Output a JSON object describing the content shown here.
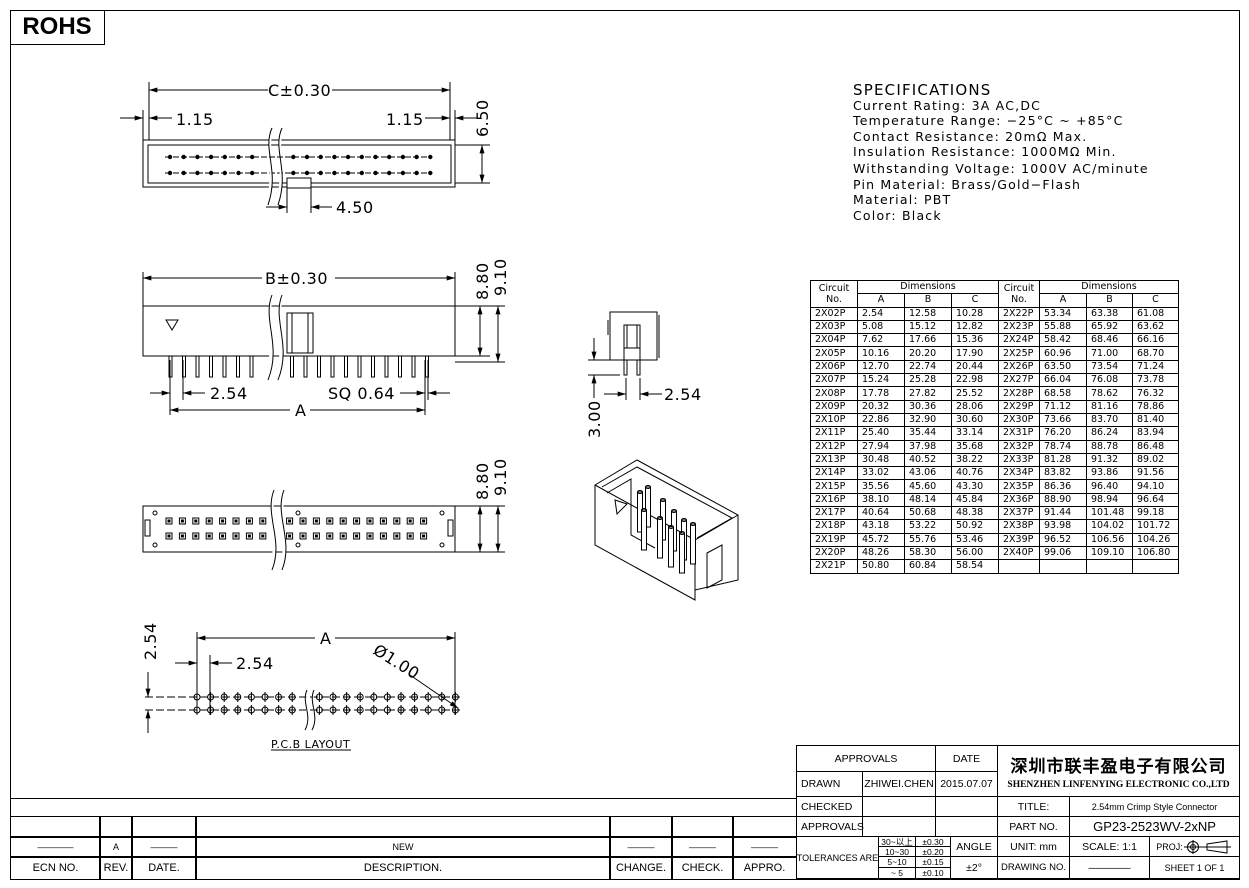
{
  "badge": "ROHS",
  "specs": {
    "title": "SPECIFICATIONS",
    "lines": [
      "Current Rating: 3A AC,DC",
      "Temperature Range: −25°C ~ +85°C",
      "Contact Resistance: 20mΩ Max.",
      "Insulation Resistance: 1000MΩ Min.",
      "Withstanding Voltage: 1000V AC/minute",
      "Pin Material: Brass/Gold−Flash",
      "Material: PBT",
      "Color: Black"
    ]
  },
  "dims": {
    "c": "C±0.30",
    "e115": "1.15",
    "h650": "6.50",
    "w450": "4.50",
    "b": "B±0.30",
    "h880": "8.80",
    "h910": "9.10",
    "p254": "2.54",
    "sq": "SQ 0.64",
    "a": "A",
    "h300": "3.00",
    "pcb_dia": "Ø1.00",
    "pcb_label": "P.C.B LAYOUT"
  },
  "table": {
    "circuit": "Circuit",
    "no": "No.",
    "dimensions": "Dimensions",
    "a": "A",
    "b": "B",
    "c": "C",
    "left": [
      [
        "2X02P",
        "2.54",
        "12.58",
        "10.28"
      ],
      [
        "2X03P",
        "5.08",
        "15.12",
        "12.82"
      ],
      [
        "2X04P",
        "7.62",
        "17.66",
        "15.36"
      ],
      [
        "2X05P",
        "10.16",
        "20.20",
        "17.90"
      ],
      [
        "2X06P",
        "12.70",
        "22.74",
        "20.44"
      ],
      [
        "2X07P",
        "15.24",
        "25.28",
        "22.98"
      ],
      [
        "2X08P",
        "17.78",
        "27.82",
        "25.52"
      ],
      [
        "2X09P",
        "20.32",
        "30.36",
        "28.06"
      ],
      [
        "2X10P",
        "22.86",
        "32.90",
        "30.60"
      ],
      [
        "2X11P",
        "25.40",
        "35.44",
        "33.14"
      ],
      [
        "2X12P",
        "27.94",
        "37.98",
        "35.68"
      ],
      [
        "2X13P",
        "30.48",
        "40.52",
        "38.22"
      ],
      [
        "2X14P",
        "33.02",
        "43.06",
        "40.76"
      ],
      [
        "2X15P",
        "35.56",
        "45.60",
        "43.30"
      ],
      [
        "2X16P",
        "38.10",
        "48.14",
        "45.84"
      ],
      [
        "2X17P",
        "40.64",
        "50.68",
        "48.38"
      ],
      [
        "2X18P",
        "43.18",
        "53.22",
        "50.92"
      ],
      [
        "2X19P",
        "45.72",
        "55.76",
        "53.46"
      ],
      [
        "2X20P",
        "48.26",
        "58.30",
        "56.00"
      ],
      [
        "2X21P",
        "50.80",
        "60.84",
        "58.54"
      ]
    ],
    "right": [
      [
        "2X22P",
        "53.34",
        "63.38",
        "61.08"
      ],
      [
        "2X23P",
        "55.88",
        "65.92",
        "63.62"
      ],
      [
        "2X24P",
        "58.42",
        "68.46",
        "66.16"
      ],
      [
        "2X25P",
        "60.96",
        "71.00",
        "68.70"
      ],
      [
        "2X26P",
        "63.50",
        "73.54",
        "71.24"
      ],
      [
        "2X27P",
        "66.04",
        "76.08",
        "73.78"
      ],
      [
        "2X28P",
        "68.58",
        "78.62",
        "76.32"
      ],
      [
        "2X29P",
        "71.12",
        "81.16",
        "78.86"
      ],
      [
        "2X30P",
        "73.66",
        "83.70",
        "81.40"
      ],
      [
        "2X31P",
        "76.20",
        "86.24",
        "83.94"
      ],
      [
        "2X32P",
        "78.74",
        "88.78",
        "86.48"
      ],
      [
        "2X33P",
        "81.28",
        "91.32",
        "89.02"
      ],
      [
        "2X34P",
        "83.82",
        "93.86",
        "91.56"
      ],
      [
        "2X35P",
        "86.36",
        "96.40",
        "94.10"
      ],
      [
        "2X36P",
        "88.90",
        "98.94",
        "96.64"
      ],
      [
        "2X37P",
        "91.44",
        "101.48",
        "99.18"
      ],
      [
        "2X38P",
        "93.98",
        "104.02",
        "101.72"
      ],
      [
        "2X39P",
        "96.52",
        "106.56",
        "104.26"
      ],
      [
        "2X40P",
        "99.06",
        "109.10",
        "106.80"
      ]
    ]
  },
  "title_block": {
    "approvals_header": "APPROVALS",
    "date_header": "DATE",
    "drawn": "DRAWN",
    "drawn_by": "ZHIWEI.CHEN",
    "drawn_date": "2015.07.07",
    "checked": "CHECKED",
    "approvals": "APPROVALS",
    "company_cn": "深圳市联丰盈电子有限公司",
    "company_en": "SHENZHEN LINFENYING ELECTRONIC CO.,LTD",
    "title_label": "TITLE:",
    "title": "2.54mm Crimp Style Connector",
    "part_label": "PART NO.",
    "part_no": "GP23-2523WV-2xNP",
    "tolerances": "TOLERANCES ARE",
    "tol_rows": [
      [
        "30~以上",
        "±0.30"
      ],
      [
        "10~30",
        "±0.20"
      ],
      [
        "5~10",
        "±0.15"
      ],
      [
        "~ 5",
        "±0.10"
      ]
    ],
    "angle": "ANGLE",
    "angle_tol": "±2°",
    "unit": "UNIT:  mm",
    "scale": "SCALE:   1:1",
    "proj": "PROJ:",
    "drawing_no": "DRAWING NO.",
    "drawing_no_value": "————",
    "sheet": "SHEET   1  OF  1"
  },
  "revision": {
    "headers": [
      "ECN NO.",
      "REV.",
      "DATE.",
      "DESCRIPTION.",
      "CHANGE.",
      "CHECK.",
      "APPRO."
    ],
    "row": [
      "————",
      "A",
      "———",
      "NEW",
      "———",
      "———",
      "———"
    ]
  }
}
